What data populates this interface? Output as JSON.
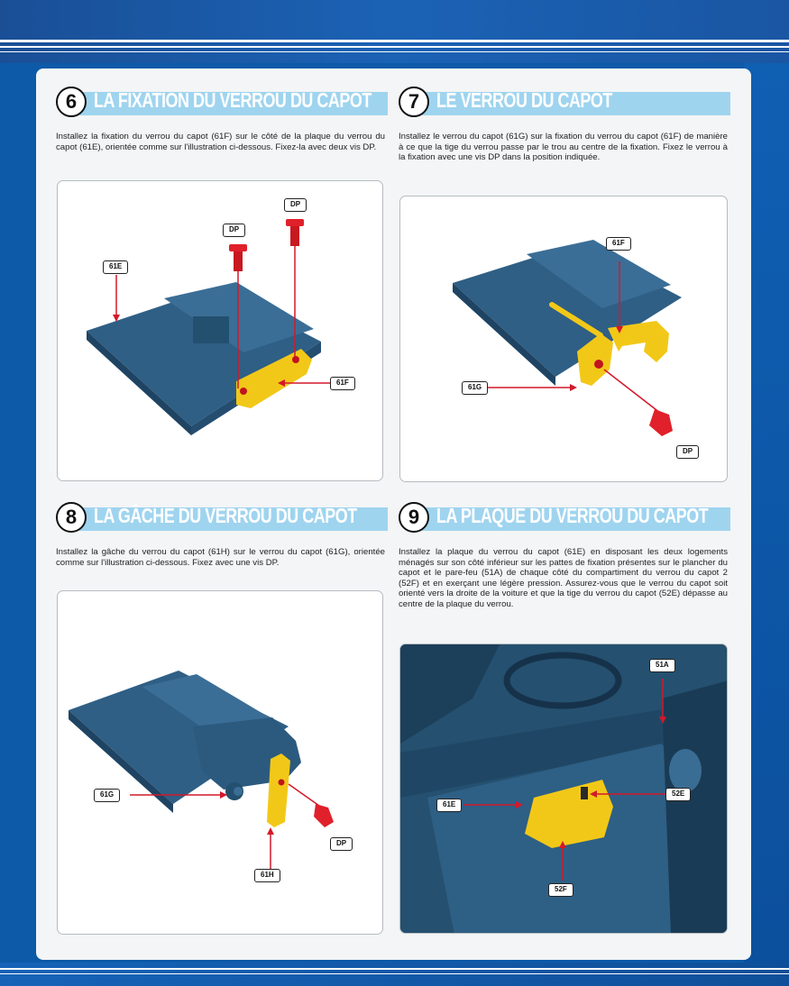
{
  "sections": [
    {
      "number": "6",
      "title": "LA FIXATION DU VERROU DU CAPOT",
      "text": "Installez la fixation du verrou du capot (61F) sur le côté de la plaque du verrou du capot (61E), orientée comme sur l'illustration ci-dessous. Fixez-la avec deux vis DP.",
      "labels": [
        "61E",
        "DP",
        "DP",
        "61F"
      ]
    },
    {
      "number": "7",
      "title": "LE VERROU DU CAPOT",
      "text": "Installez le verrou du capot (61G) sur la fixation du verrou du capot (61F) de manière à ce que la tige du verrou passe par le trou au centre de la fixation. Fixez le verrou à la fixation avec une vis DP dans la position indiquée.",
      "labels": [
        "61F",
        "61G",
        "DP"
      ]
    },
    {
      "number": "8",
      "title": "LA GÂCHE DU VERROU DU CAPOT",
      "text": "Installez la gâche du verrou du capot (61H) sur le verrou du capot (61G), orientée comme sur l'illustration ci-dessous. Fixez avec une vis DP.",
      "labels": [
        "61G",
        "DP",
        "61H"
      ]
    },
    {
      "number": "9",
      "title": "LA PLAQUE DU VERROU DU CAPOT",
      "text": "Installez la plaque du verrou du capot (61E) en disposant les deux logements ménagés sur son côté inférieur sur les pattes de fixation présentes sur le plancher du capot et le pare-feu (51A) de chaque côté du compartiment du verrou du capot 2 (52F) et en exerçant une légère pression. Assurez-vous que le verrou du capot soit orienté vers la droite de la voiture et que la tige du verrou du capot (52E) dépasse au centre de la plaque du verrou.",
      "labels": [
        "51A",
        "61E",
        "52E",
        "52F"
      ]
    }
  ],
  "colors": {
    "background_blue": "#0d5aa8",
    "title_band": "#9fd4ef",
    "part_blue": "#2f5f85",
    "part_yellow": "#f2c818",
    "screw_red": "#e0202a",
    "arrow_red": "#d3182a"
  }
}
